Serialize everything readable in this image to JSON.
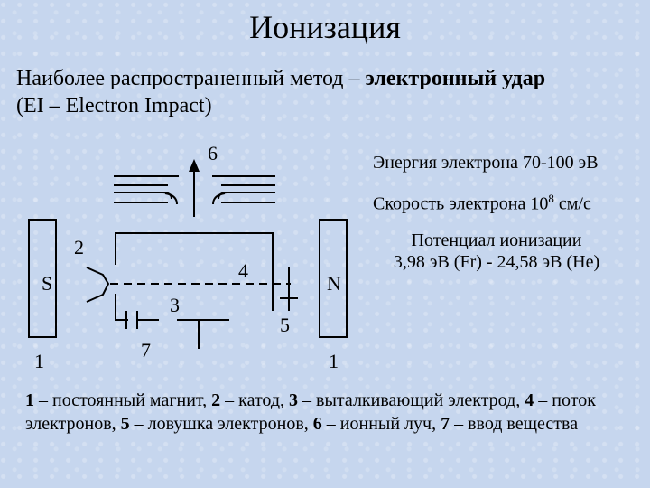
{
  "title": "Ионизация",
  "intro": {
    "line1_prefix": "Наиболее распространенный метод – ",
    "line1_bold": "электронный удар",
    "line2": "(EI – Electron Impact)"
  },
  "info": {
    "energy": "Энергия электрона 70-100 эВ",
    "speed_prefix": "Скорость электрона 10",
    "speed_exp": "8",
    "speed_suffix": " см/с",
    "potential_line1": "Потенциал ионизации",
    "potential_line2": "3,98 эВ (Fr) - 24,58 эВ (He)"
  },
  "labels": {
    "n6": "6",
    "n2": "2",
    "S": "S",
    "n4": "4",
    "N": "N",
    "n3": "3",
    "n5": "5",
    "n1_left": "1",
    "n7": "7",
    "n1_right": "1"
  },
  "caption": {
    "items": [
      {
        "num": "1",
        "text": " – постоянный магнит, "
      },
      {
        "num": "2",
        "text": " – катод, "
      },
      {
        "num": "3",
        "text": " – выталкивающий электрод, "
      },
      {
        "num": "4",
        "text": " – поток электронов, "
      },
      {
        "num": "5",
        "text": " – ловушка электронов, "
      },
      {
        "num": "6",
        "text": " – ионный луч, "
      },
      {
        "num": "7",
        "text": " – ввод вещества"
      }
    ]
  }
}
